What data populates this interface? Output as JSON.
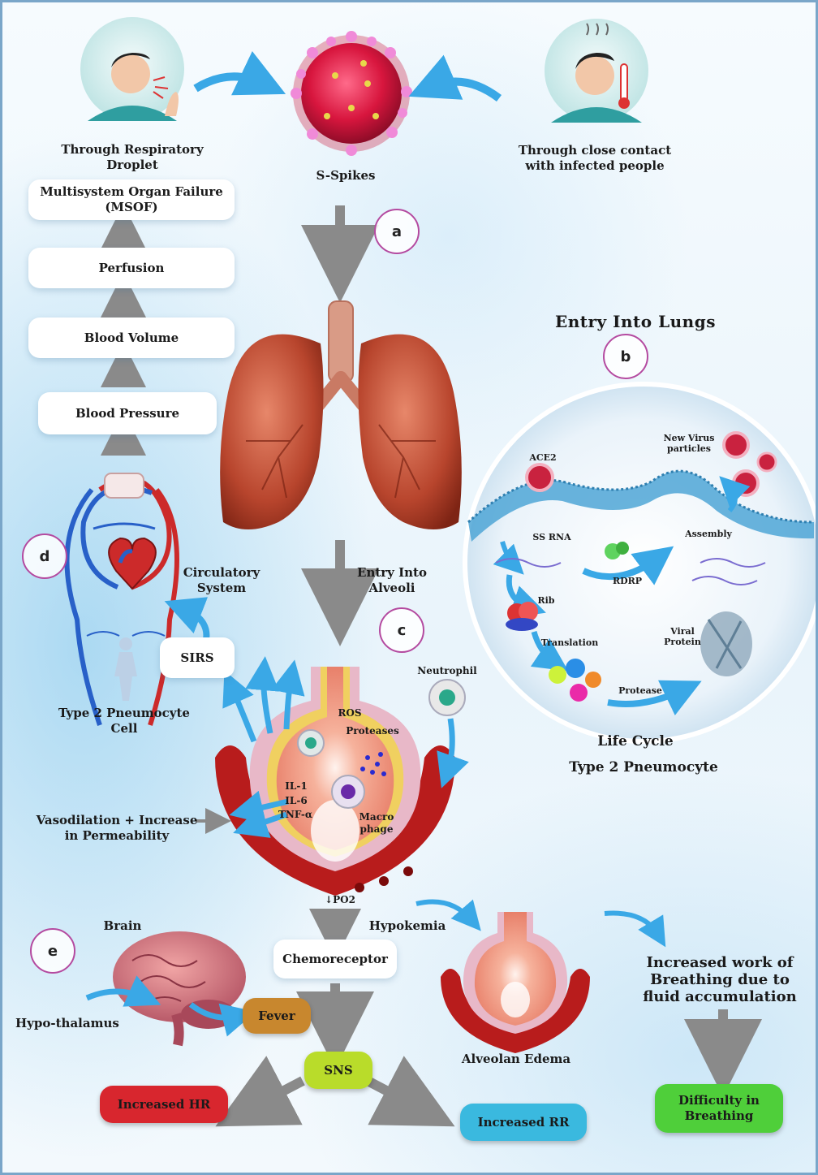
{
  "sources": {
    "droplet": "Through Respiratory Droplet",
    "contact": "Through close contact with infected people",
    "virus": "S-Spikes"
  },
  "badges": {
    "a": "a",
    "b": "b",
    "c": "c",
    "d": "d",
    "e": "e"
  },
  "failure_chain": {
    "msof": "Multisystem Organ Failure (MSOF)",
    "perfusion": "Perfusion",
    "blood_volume": "Blood Volume",
    "blood_pressure": "Blood Pressure"
  },
  "circulatory": {
    "label": "Circulatory System",
    "sirs": "SIRS",
    "pneumocyte": "Type 2 Pneumocyte Cell"
  },
  "entry_lungs": "Entry Into Lungs",
  "entry_alveoli": "Entry Into Alveoli",
  "life_cycle": {
    "ace2": "ACE2",
    "new_virus": "New Virus particles",
    "ss_rna": "SS RNA",
    "assembly": "Assembly",
    "rdrp": "RDRP",
    "rib": "Rib",
    "translation": "Translation",
    "viral_protein": "Viral Protein",
    "protease": "Protease",
    "title": "Life Cycle",
    "subtitle": "Type 2 Pneumocyte"
  },
  "alveolus": {
    "neutrophil": "Neutrophil",
    "ros": "ROS",
    "proteases": "Proteases",
    "il1": "IL-1",
    "il6": "IL-6",
    "tnf": "TNF-α",
    "macrophage": "Macro phage",
    "po2": "↓PO2",
    "vasodilation": "Vasodilation + Increase in Permeability"
  },
  "response": {
    "hypokemia": "Hypokemia",
    "chemoreceptor": "Chemoreceptor",
    "brain": "Brain",
    "hypothalamus": "Hypo-thalamus",
    "fever": "Fever",
    "sns": "SNS",
    "increased_hr": "Increased HR",
    "increased_rr": "Increased RR",
    "alveolar_edema": "Alveolan Edema",
    "work_of_breathing": "Increased work of Breathing due to fluid accumulation",
    "difficulty": "Difficulty in Breathing"
  },
  "colors": {
    "arrow_blue": "#3aa8e6",
    "arrow_gray": "#8a8a8a",
    "fever": "#c8872e",
    "sns": "#b9dc2a",
    "hr": "#d8262e",
    "rr": "#3ab9df",
    "difficulty": "#4fcf3a",
    "badge_border": "#b44aa0"
  }
}
